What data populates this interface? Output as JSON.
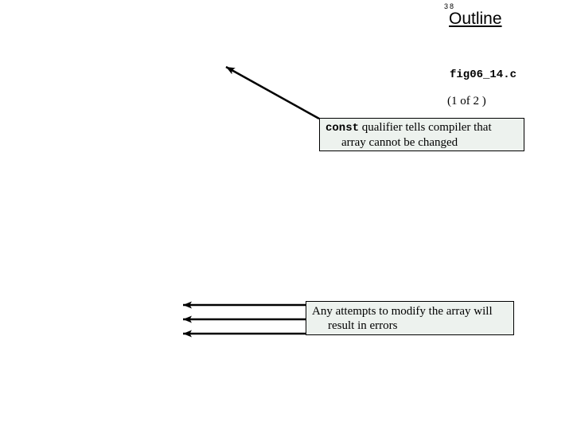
{
  "slide": {
    "page_number": "38",
    "title": "Outline",
    "figure_label": "fig06_14.c",
    "figure_part": "(1 of 2 )",
    "callout_const": {
      "keyword": "const",
      "text_after_keyword": " qualifier tells compiler that",
      "line2": "array cannot be changed"
    },
    "callout_modify": {
      "line1": "Any attempts to modify the array will",
      "line2": "result in errors"
    },
    "colors": {
      "background": "#ffffff",
      "text": "#000000",
      "callout_fill": "#edf2ee",
      "callout_border": "#000000",
      "arrow": "#000000"
    }
  }
}
